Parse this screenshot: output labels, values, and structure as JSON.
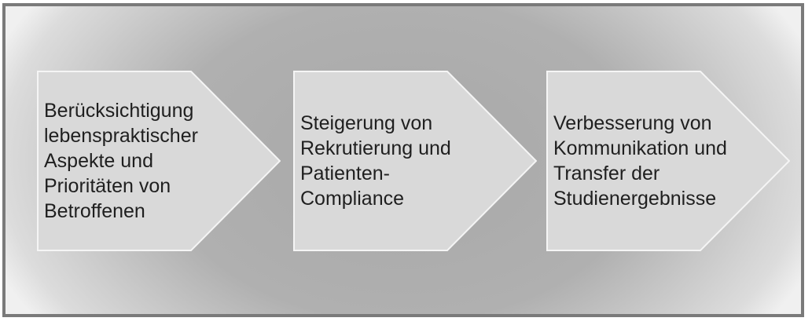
{
  "diagram": {
    "arrows": [
      {
        "text": "Berücksichtigung\nlebenspraktischer\nAspekte und\nPrioritäten von\nBetroffenen"
      },
      {
        "text": "Steigerung von\nRekrutierung und\nPatienten-\nCompliance"
      },
      {
        "text": "Verbesserung von\nKommunikation und\nTransfer der\nStudienergebnisse"
      }
    ],
    "colors": {
      "arrow_fill": "#d9d9d9",
      "arrow_outline": "#f5f5f5",
      "text": "#1f1f1f",
      "frame_border": "#7a7a7a",
      "background_center": "#a8a8a8",
      "background_edge": "#f0f0f0"
    }
  }
}
